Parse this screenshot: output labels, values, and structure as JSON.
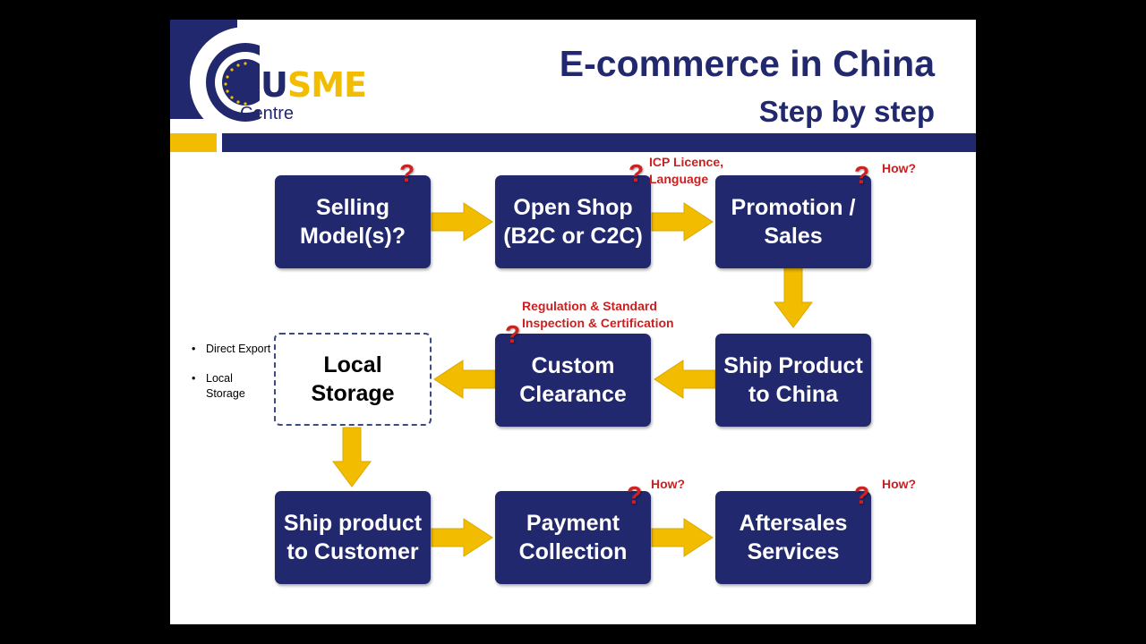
{
  "header": {
    "title": "E-commerce in China",
    "subtitle": "Step by step",
    "logo_eu": "EU",
    "logo_sme": "SME",
    "logo_centre": "Centre"
  },
  "steps": [
    {
      "line1": "Selling",
      "line2": "Model(s)?"
    },
    {
      "line1": "Open Shop",
      "line2": "(B2C or C2C)"
    },
    {
      "line1": "Promotion /",
      "line2": "Sales"
    },
    {
      "line1": "Ship Product",
      "line2": "to China"
    },
    {
      "line1": "Custom",
      "line2": "Clearance"
    },
    {
      "line1": "Local",
      "line2": "Storage"
    },
    {
      "line1": "Ship product",
      "line2": "to Customer"
    },
    {
      "line1": "Payment",
      "line2": "Collection"
    },
    {
      "line1": "Aftersales",
      "line2": "Services"
    }
  ],
  "notes": {
    "open_shop_l1": "ICP Licence,",
    "open_shop_l2": "Language",
    "promotion": "How?",
    "custom_l1": "Regulation & Standard",
    "custom_l2": "Inspection & Certification",
    "payment": "How?",
    "aftersales": "How?"
  },
  "question_mark": "?",
  "bullets": [
    {
      "dot": "•",
      "text": "Direct Export"
    },
    {
      "dot": "•",
      "text": "Local Storage"
    }
  ],
  "colors": {
    "navy": "#22286e",
    "arrow_yellow": "#f2bd00",
    "note_red": "#cc1f1f"
  }
}
